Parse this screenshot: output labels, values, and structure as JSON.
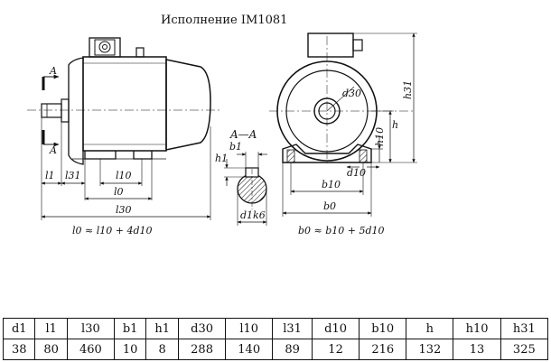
{
  "title": "Исполнение IM1081",
  "section_label": "A—A",
  "section_marks": [
    "A",
    "A"
  ],
  "dimension_labels": {
    "l1": "l1",
    "l31": "l31",
    "l10": "l10",
    "l0": "l0",
    "l30": "l30",
    "b1": "b1",
    "h1": "h1",
    "d1k6": "d1k6",
    "d30": "d30",
    "h": "h",
    "h10": "h10",
    "h31": "h31",
    "b10": "b10",
    "b0": "b0",
    "d10": "d10"
  },
  "formulas": {
    "side": "l0 ≈ l10 + 4d10",
    "front": "b0 ≈ b10 + 5d10"
  },
  "table": {
    "headers": [
      "d1",
      "l1",
      "l30",
      "b1",
      "h1",
      "d30",
      "l10",
      "l31",
      "d10",
      "b10",
      "h",
      "h10",
      "h31"
    ],
    "values": [
      "38",
      "80",
      "460",
      "10",
      "8",
      "288",
      "140",
      "89",
      "12",
      "216",
      "132",
      "13",
      "325"
    ]
  }
}
